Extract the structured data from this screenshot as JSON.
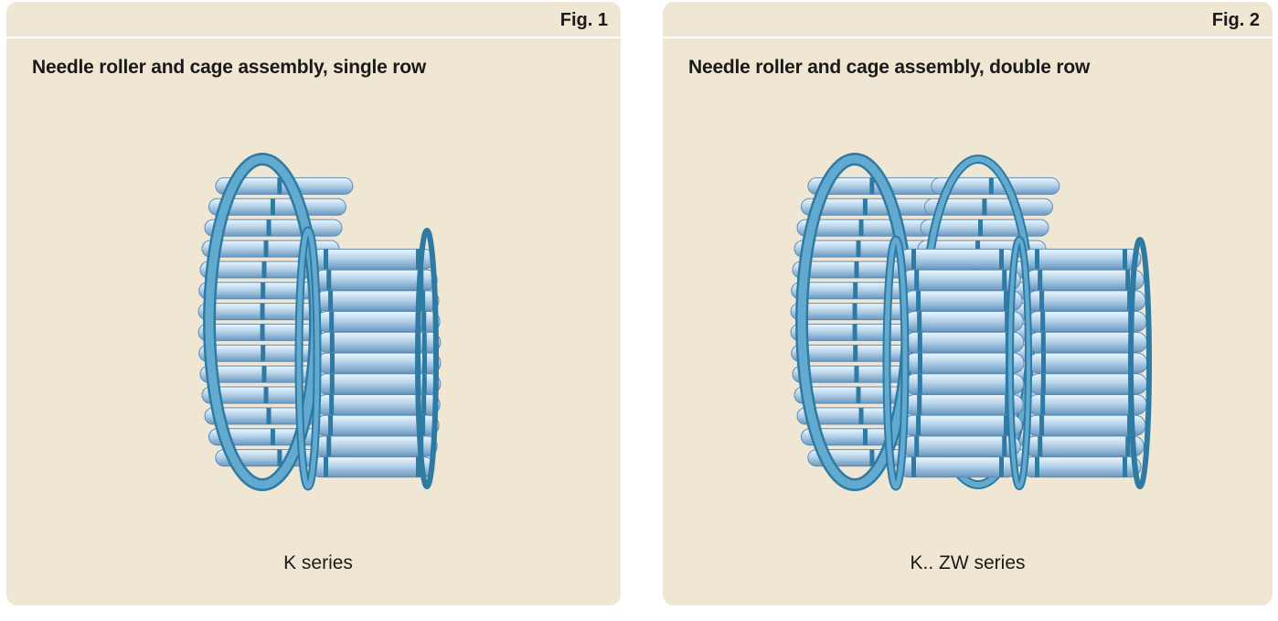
{
  "colors": {
    "panel_background": "#efe6d3",
    "cage": "#5aa2c8",
    "cage_dark": "#2e7aa3",
    "roller_light": "#e6f1fa",
    "roller_mid": "#a9cbe6",
    "roller_dark": "#6f9dc4"
  },
  "figures": [
    {
      "label": "Fig. 1",
      "title": "Needle roller and cage assembly, single row",
      "caption": "K series",
      "illustration_icon": "needle-roller-cage-single-row-icon"
    },
    {
      "label": "Fig. 2",
      "title": "Needle roller and cage assembly, double row",
      "caption": "K.. ZW series",
      "illustration_icon": "needle-roller-cage-double-row-icon"
    }
  ]
}
